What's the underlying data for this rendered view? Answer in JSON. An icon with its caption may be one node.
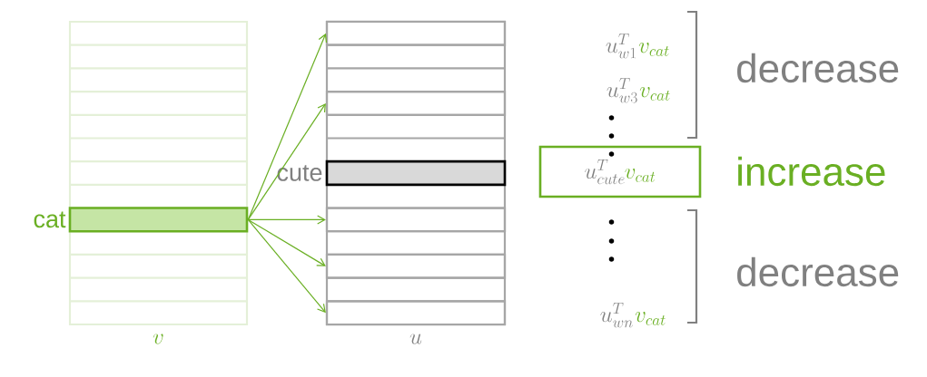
{
  "diagram": {
    "nodes": [
      {
        "text": [
          "v"
        ]
      },
      {
        "text": [],
        "shape": "bar",
        "in": 0,
        "beside": [
          "cat"
        ]
      },
      {
        "text": [
          "u"
        ]
      },
      {
        "text": [],
        "shape": "bar",
        "in": 2
      },
      {
        "text": [],
        "shape": "bar",
        "in": 2
      },
      {
        "text": [],
        "shape": "bar",
        "in": 2,
        "beside": [
          "cute"
        ]
      },
      {
        "text": [],
        "shape": "bar",
        "in": 2
      },
      {
        "text": [],
        "shape": "bar",
        "in": 2
      },
      {
        "text": [],
        "shape": "bar",
        "in": 2
      },
      {
        "text": [
          "u^{T}_{cute}",
          "v_{cat}"
        ],
        "beside": [
          "increase"
        ]
      }
    ],
    "edges": [
      {
        "from": 1,
        "to": 3,
        "arrow": "to"
      },
      {
        "from": 1,
        "to": 4,
        "arrow": "to"
      },
      {
        "from": 1,
        "to": 6,
        "arrow": "to"
      },
      {
        "from": 1,
        "to": 7,
        "arrow": "to"
      },
      {
        "from": 1,
        "to": 8,
        "arrow": "to"
      }
    ],
    "labels": [
      "u^{T}_{w1}",
      "v_{cat}",
      "u^{T}_{w3}",
      "v_{cat}",
      "decrease",
      "u^{T}_{wn}",
      "v_{cat}",
      "decrease"
    ]
  }
}
